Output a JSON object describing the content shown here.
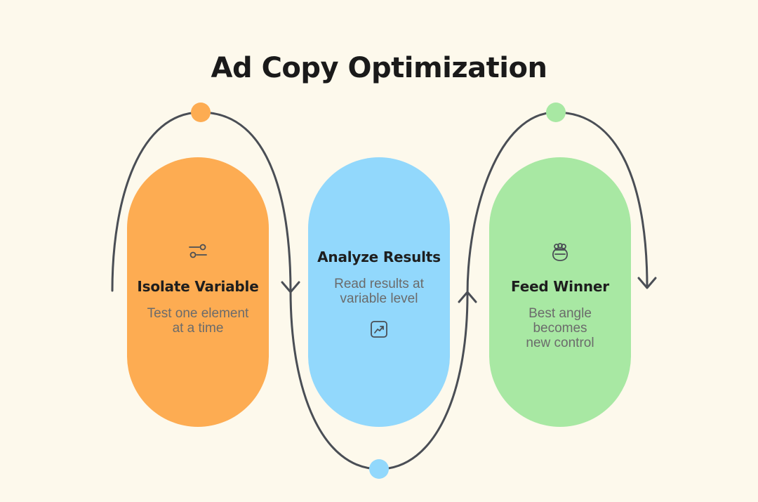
{
  "title": "Ad Copy Optimization",
  "colors": {
    "background": "#fdf9ec",
    "orange": "#fdac52",
    "blue": "#92d8fc",
    "green": "#a8e8a3",
    "connector": "#4a4e55"
  },
  "stages": [
    {
      "title": "Isolate Variable",
      "desc": [
        "Test one element",
        "at a time"
      ],
      "icon": "sliders-icon"
    },
    {
      "title": "Analyze Results",
      "desc": [
        "Read results at",
        "variable level"
      ],
      "icon": "trending-chart-icon"
    },
    {
      "title": "Feed Winner",
      "desc": [
        "Best angle",
        "becomes",
        "new control"
      ],
      "icon": "money-bag-icon"
    }
  ]
}
